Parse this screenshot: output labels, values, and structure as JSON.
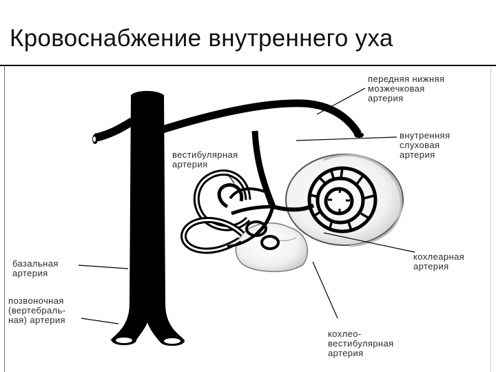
{
  "title": "Кровоснабжение внутреннего уха",
  "labels": {
    "aica": [
      "передняя нижняя",
      "мозжечковая",
      "артерия"
    ],
    "internal_auditory": [
      "внутренняя",
      "слуховая",
      "артерия"
    ],
    "vestibular": [
      "вестибулярная",
      "артерия"
    ],
    "basilar": [
      "базальная",
      "артерия"
    ],
    "vertebral": [
      "позвоночная",
      "(вертебраль-",
      "ная) артерия"
    ],
    "cochlear": [
      "кохлеарная",
      "артерия"
    ],
    "cochleo_vestibular": [
      "кохлео-",
      "вестибулярная",
      "артерия"
    ]
  }
}
